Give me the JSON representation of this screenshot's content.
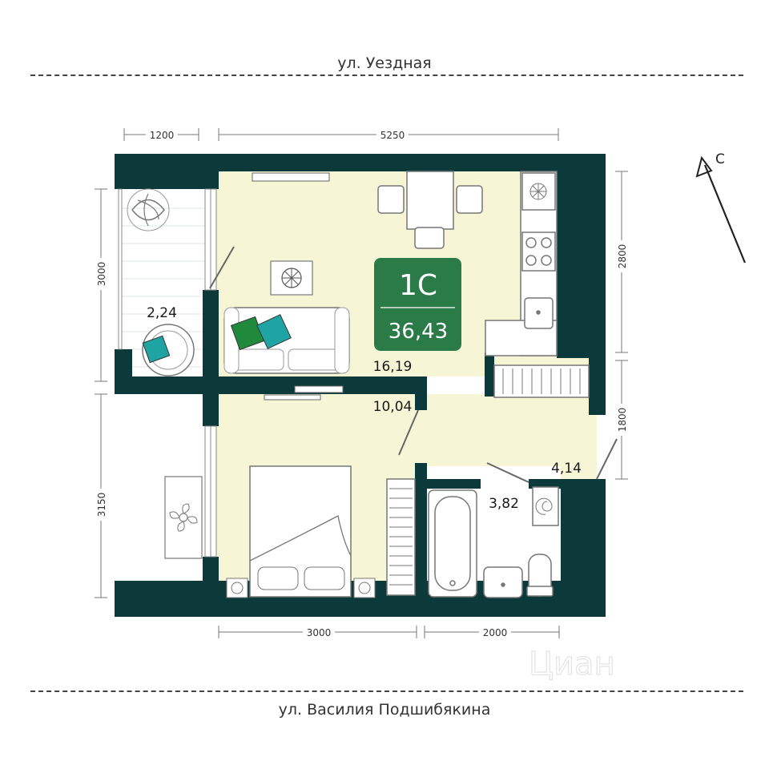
{
  "streets": {
    "top": "ул. Уездная",
    "bottom": "ул. Василия Подшибякина"
  },
  "dimensions": {
    "top_left": "1200",
    "top_right": "5250",
    "right_top": "2800",
    "right_bottom": "1800",
    "left_top": "3000",
    "left_bottom": "3150",
    "bottom_left": "3000",
    "bottom_right": "2000"
  },
  "apartment": {
    "type": "1С",
    "total_area": "36,43"
  },
  "rooms": {
    "balcony": "2,24",
    "living": "16,19",
    "bedroom": "10,04",
    "hall": "4,14",
    "bathroom": "3,82"
  },
  "compass": {
    "label": "С"
  },
  "watermark": "Циан",
  "colors": {
    "wall": "#0c3a3a",
    "floor": "#f6f6d7",
    "badge": "#2b7b49",
    "furniture": "#7a7a7a",
    "cushion_green": "#1f8a3c",
    "cushion_teal": "#1fa3a3"
  }
}
